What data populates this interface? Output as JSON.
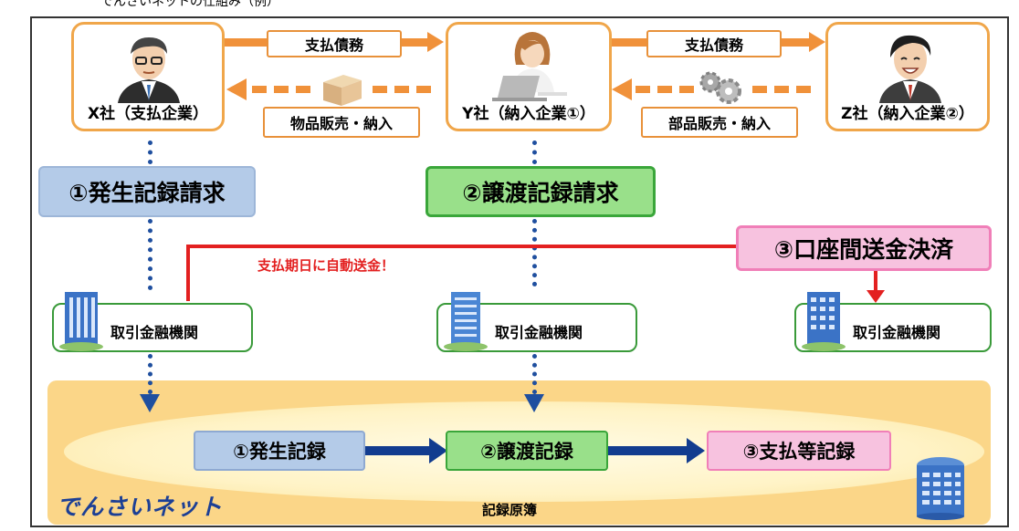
{
  "top_partial_text": "でんさいネットの仕組み（例）",
  "parties": {
    "x": {
      "label": "X社（支払企業）"
    },
    "y": {
      "label": "Y社（納入企業①）"
    },
    "z": {
      "label": "Z社（納入企業②）"
    }
  },
  "flows": {
    "xy_payable": "支払債務",
    "yz_payable": "支払債務",
    "yx_goods": "物品販売・納入",
    "zy_parts": "部品販売・納入"
  },
  "requests": {
    "issue": "①発生記録請求",
    "transfer": "②譲渡記録請求",
    "settle": "③口座間送金決済"
  },
  "auto_transfer_note": "支払期日に自動送金！",
  "banks": {
    "x_bank": "取引金融機関",
    "y_bank": "取引金融機関",
    "z_bank": "取引金融機関"
  },
  "records": {
    "issue": "①発生記録",
    "transfer": "②譲渡記録",
    "payment": "③支払等記録"
  },
  "ledger_label": "記録原簿",
  "logo_text": "でんさいネット",
  "colors": {
    "orange": "#f0a64a",
    "blue_box": "#b4cbe8",
    "green_box": "#99e08a",
    "pink_box": "#f7c2df",
    "red_line": "#e32020",
    "navy_arrow": "#123c8f",
    "ledger_bg": "#fbd688"
  }
}
